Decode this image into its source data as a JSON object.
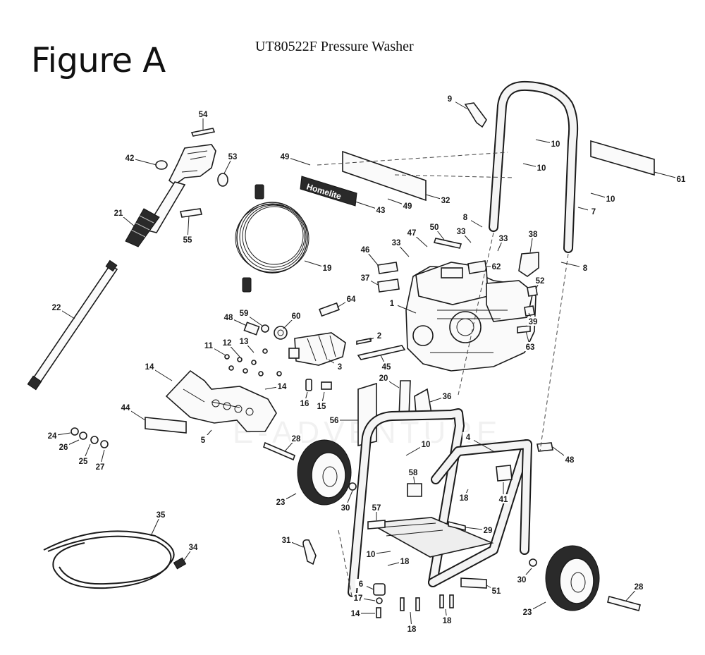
{
  "figure_label": "Figure A",
  "model_title": "UT80522F Pressure Washer",
  "brand_plate_text": "Homelite",
  "watermark_text": "E-ADVENTURE",
  "callouts": [
    {
      "id": "c54",
      "text": "54"
    },
    {
      "id": "c42",
      "text": "42"
    },
    {
      "id": "c53",
      "text": "53"
    },
    {
      "id": "c21",
      "text": "21"
    },
    {
      "id": "c55",
      "text": "55"
    },
    {
      "id": "c22",
      "text": "22"
    },
    {
      "id": "c49a",
      "text": "49"
    },
    {
      "id": "c49b",
      "text": "49"
    },
    {
      "id": "c43",
      "text": "43"
    },
    {
      "id": "c32",
      "text": "32"
    },
    {
      "id": "c19",
      "text": "19"
    },
    {
      "id": "c9",
      "text": "9"
    },
    {
      "id": "c10a",
      "text": "10"
    },
    {
      "id": "c10b",
      "text": "10"
    },
    {
      "id": "c10c",
      "text": "10"
    },
    {
      "id": "c61",
      "text": "61"
    },
    {
      "id": "c7",
      "text": "7"
    },
    {
      "id": "c8a",
      "text": "8"
    },
    {
      "id": "c8b",
      "text": "8"
    },
    {
      "id": "c47",
      "text": "47"
    },
    {
      "id": "c50",
      "text": "50"
    },
    {
      "id": "c33a",
      "text": "33"
    },
    {
      "id": "c33b",
      "text": "33"
    },
    {
      "id": "c33c",
      "text": "33"
    },
    {
      "id": "c38",
      "text": "38"
    },
    {
      "id": "c46",
      "text": "46"
    },
    {
      "id": "c62",
      "text": "62"
    },
    {
      "id": "c37",
      "text": "37"
    },
    {
      "id": "c52",
      "text": "52"
    },
    {
      "id": "c1",
      "text": "1"
    },
    {
      "id": "c39",
      "text": "39"
    },
    {
      "id": "c63",
      "text": "63"
    },
    {
      "id": "c64",
      "text": "64"
    },
    {
      "id": "c48a",
      "text": "48"
    },
    {
      "id": "c59",
      "text": "59"
    },
    {
      "id": "c60",
      "text": "60"
    },
    {
      "id": "c2",
      "text": "2"
    },
    {
      "id": "c11",
      "text": "11"
    },
    {
      "id": "c12",
      "text": "12"
    },
    {
      "id": "c13",
      "text": "13"
    },
    {
      "id": "c3",
      "text": "3"
    },
    {
      "id": "c45",
      "text": "45"
    },
    {
      "id": "c14a",
      "text": "14"
    },
    {
      "id": "c14b",
      "text": "14"
    },
    {
      "id": "c16",
      "text": "16"
    },
    {
      "id": "c15",
      "text": "15"
    },
    {
      "id": "c20",
      "text": "20"
    },
    {
      "id": "c36",
      "text": "36"
    },
    {
      "id": "c44",
      "text": "44"
    },
    {
      "id": "c5",
      "text": "5"
    },
    {
      "id": "c56",
      "text": "56"
    },
    {
      "id": "c4",
      "text": "4"
    },
    {
      "id": "c24",
      "text": "24"
    },
    {
      "id": "c26",
      "text": "26"
    },
    {
      "id": "c25",
      "text": "25"
    },
    {
      "id": "c27",
      "text": "27"
    },
    {
      "id": "c28a",
      "text": "28"
    },
    {
      "id": "c10d",
      "text": "10"
    },
    {
      "id": "c48b",
      "text": "48"
    },
    {
      "id": "c58",
      "text": "58"
    },
    {
      "id": "c23a",
      "text": "23"
    },
    {
      "id": "c30a",
      "text": "30"
    },
    {
      "id": "c18a",
      "text": "18"
    },
    {
      "id": "c41",
      "text": "41"
    },
    {
      "id": "c57",
      "text": "57"
    },
    {
      "id": "c29",
      "text": "29"
    },
    {
      "id": "c35",
      "text": "35"
    },
    {
      "id": "c34",
      "text": "34"
    },
    {
      "id": "c31",
      "text": "31"
    },
    {
      "id": "c10e",
      "text": "10"
    },
    {
      "id": "c18b",
      "text": "18"
    },
    {
      "id": "c30b",
      "text": "30"
    },
    {
      "id": "c6",
      "text": "6"
    },
    {
      "id": "c51",
      "text": "51"
    },
    {
      "id": "c17",
      "text": "17"
    },
    {
      "id": "c28b",
      "text": "28"
    },
    {
      "id": "c14c",
      "text": "14"
    },
    {
      "id": "c23b",
      "text": "23"
    },
    {
      "id": "c18c",
      "text": "18"
    },
    {
      "id": "c18d",
      "text": "18"
    }
  ]
}
